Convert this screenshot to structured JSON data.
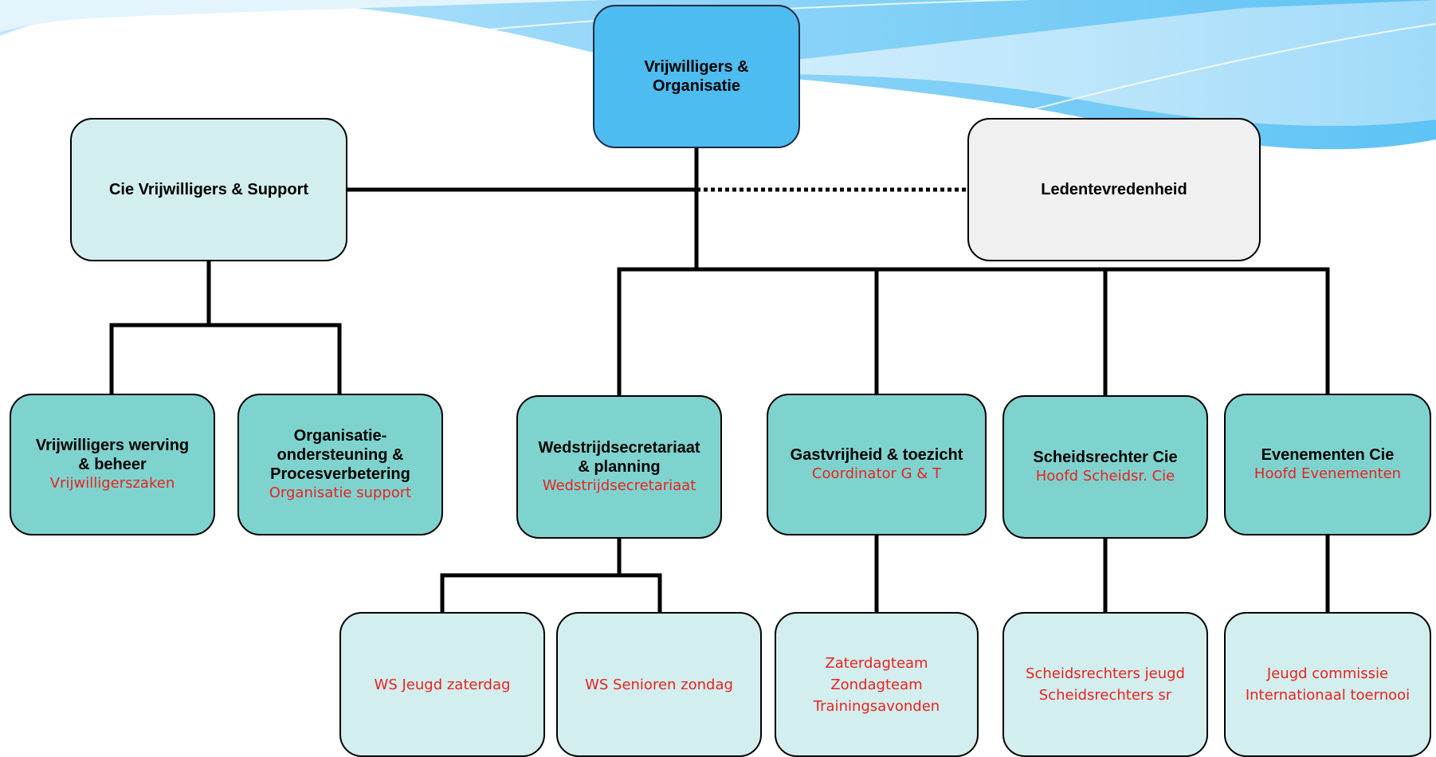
{
  "colors": {
    "root_fill": "#4dbcf0",
    "node_fill": "#7fd3cf",
    "leaf_fill": "#d3eeee",
    "side_fill": "#f0f0f0",
    "sub_text": "#e8231f"
  },
  "root": {
    "title_line1": "Vrijwilligers &",
    "title_line2": "Organisatie"
  },
  "left_branch": {
    "title": "Cie Vrijwilligers & Support"
  },
  "right_branch": {
    "title": "Ledentevredenheid"
  },
  "left_children": [
    {
      "title_lines": [
        "Vrijwilligers werving",
        "& beheer"
      ],
      "subtitle": "Vrijwilligerszaken"
    },
    {
      "title_lines": [
        "Organisatie-",
        "ondersteuning &",
        "Procesverbetering"
      ],
      "subtitle": "Organisatie support"
    }
  ],
  "committees": [
    {
      "title_lines": [
        "Wedstrijdsecretariaat",
        "& planning"
      ],
      "subtitle": "Wedstrijdsecretariaat"
    },
    {
      "title_lines": [
        "Gastvrijheid & toezicht"
      ],
      "subtitle": "Coordinator G & T"
    },
    {
      "title_lines": [
        "Scheidsrechter Cie"
      ],
      "subtitle": "Hoofd Scheidsr. Cie"
    },
    {
      "title_lines": [
        "Evenementen Cie"
      ],
      "subtitle": "Hoofd Evenementen"
    }
  ],
  "leaves": [
    {
      "lines": [
        "WS Jeugd zaterdag"
      ]
    },
    {
      "lines": [
        "WS Senioren zondag"
      ]
    },
    {
      "lines": [
        "Zaterdagteam",
        "Zondagteam",
        "Trainingsavonden"
      ]
    },
    {
      "lines": [
        "Scheidsrechters jeugd",
        "Scheidsrechters sr"
      ]
    },
    {
      "lines": [
        "Jeugd commissie",
        "Internationaal toernooi"
      ]
    }
  ]
}
